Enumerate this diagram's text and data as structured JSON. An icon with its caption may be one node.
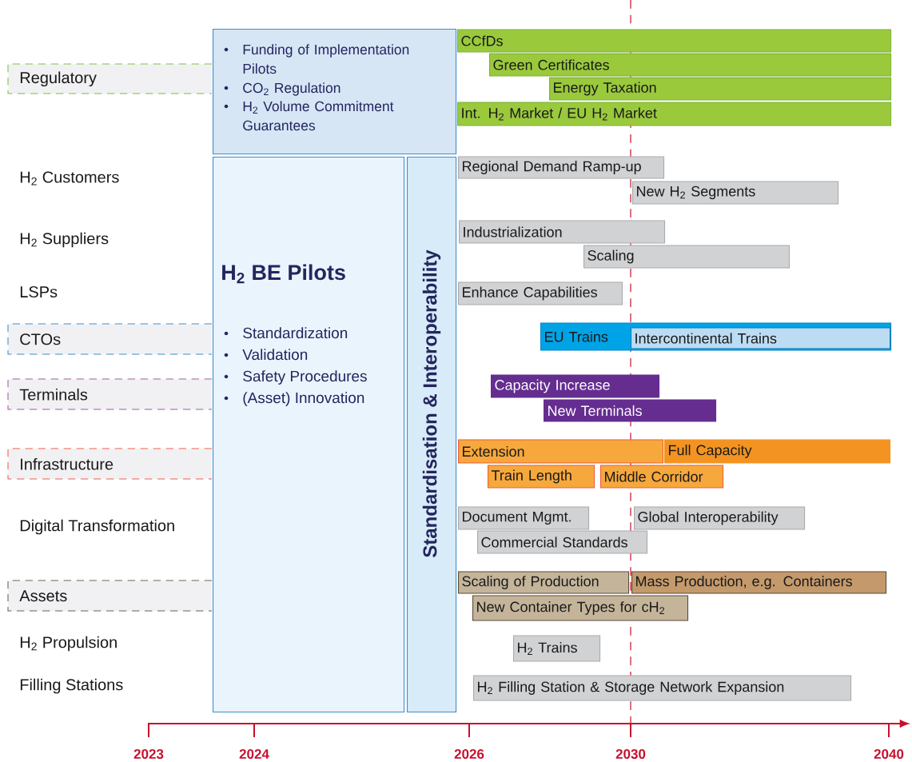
{
  "diagram": {
    "nodes": [
      {
        "text": [
          "Regulatory"
        ]
      },
      {
        "text": [
          "H$_{2}$ Customers"
        ]
      },
      {
        "text": [
          "H$_{2}$ Suppliers"
        ]
      },
      {
        "text": [
          "LSPs"
        ]
      },
      {
        "text": [
          "CTOs"
        ]
      },
      {
        "text": [
          "Terminals"
        ]
      },
      {
        "text": [
          "Infrastructure"
        ]
      },
      {
        "text": [
          "Digital Transformation"
        ]
      },
      {
        "text": [
          "Assets"
        ]
      },
      {
        "text": [
          "H$_{2}$ Propulsion"
        ]
      },
      {
        "text": [
          "Filling Stations"
        ]
      },
      {
        "text": [
          "Funding of Implementation Pilots",
          "CO$_{2}$ Regulation",
          "H$_{2}$ Volume Commitment Guarantees"
        ]
      },
      {
        "text": [
          "H$_{2}$ BE Pilots",
          "Standardization",
          "Validation",
          "Safety Procedures",
          "(Asset) Innovation"
        ]
      },
      {
        "text": [
          "Standardisation & Interoperability"
        ]
      },
      {
        "text": [
          "CCfDs"
        ]
      },
      {
        "text": [
          "Green Certificates"
        ]
      },
      {
        "text": [
          "Energy Taxation"
        ]
      },
      {
        "text": [
          "Int. H$_{2}$ Market / EU H$_{2}$ Market"
        ]
      },
      {
        "text": [
          "Regional Demand Ramp-up"
        ]
      },
      {
        "text": [
          "New H$_{2}$ Segments"
        ]
      },
      {
        "text": [
          "Industrialization"
        ]
      },
      {
        "text": [
          "Scaling"
        ]
      },
      {
        "text": [
          "Enhance Capabilities"
        ]
      },
      {
        "text": [
          "EU Trains"
        ]
      },
      {
        "text": [
          "Intercontinental Trains"
        ],
        "in": 23
      },
      {
        "text": [
          "Capacity Increase"
        ]
      },
      {
        "text": [
          "New Terminals"
        ]
      },
      {
        "text": [
          "Extension"
        ]
      },
      {
        "text": [
          "Full Capacity"
        ]
      },
      {
        "text": [
          "Train Length"
        ]
      },
      {
        "text": [
          "Middle Corridor"
        ]
      },
      {
        "text": [
          "Document Mgmt."
        ]
      },
      {
        "text": [
          "Global Interoperability"
        ]
      },
      {
        "text": [
          "Commercial Standards"
        ]
      },
      {
        "text": [
          "Scaling of Production"
        ]
      },
      {
        "text": [
          "Mass Production, e.g. Containers"
        ]
      },
      {
        "text": [
          "New Container Types for cH$_{2}$"
        ]
      },
      {
        "text": [
          "H$_{2}$ Trains"
        ]
      },
      {
        "text": [
          "H$_{2}$ Filling Station & Storage Network Expansion"
        ]
      }
    ],
    "labels": [
      "2023",
      "2024",
      "2026",
      "2030",
      "2040"
    ]
  }
}
